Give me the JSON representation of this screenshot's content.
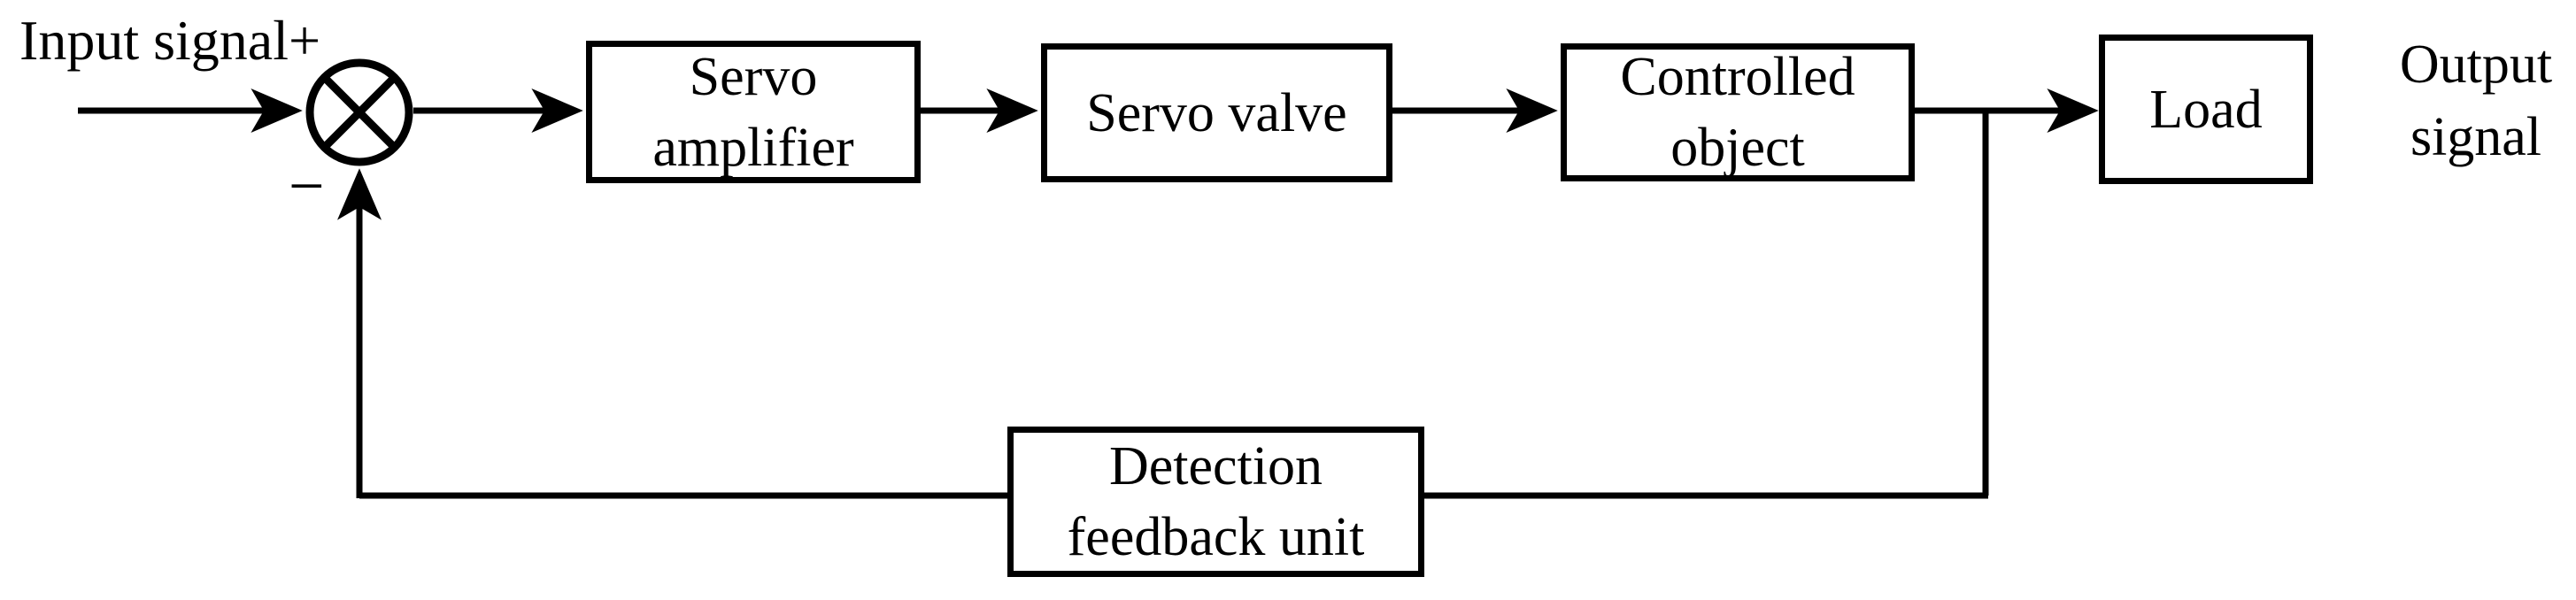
{
  "labels": {
    "input": "Input signal+",
    "minus": "−",
    "output_lines": [
      "Output",
      "signal"
    ]
  },
  "blocks": [
    {
      "name": "servo-amplifier",
      "lines": [
        "Servo",
        "amplifier"
      ]
    },
    {
      "name": "servo-valve",
      "lines": [
        "Servo valve"
      ]
    },
    {
      "name": "controlled-object",
      "lines": [
        "Controlled",
        "object"
      ]
    },
    {
      "name": "load",
      "lines": [
        "Load"
      ]
    },
    {
      "name": "detection-feedback-unit",
      "lines": [
        "Detection",
        "feedback unit"
      ]
    }
  ],
  "summing_junction": {
    "symbol": "circle-with-cross",
    "positive_input": "input signal",
    "negative_input": "feedback signal"
  },
  "colors": {
    "stroke": "#000000",
    "background": "#ffffff"
  }
}
